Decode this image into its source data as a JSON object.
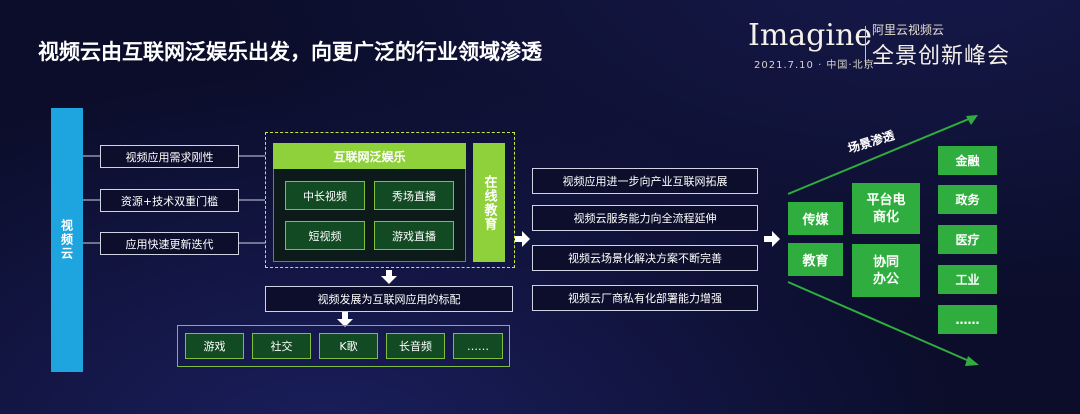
{
  "title": "视频云由互联网泛娱乐出发，向更广泛的行业领域渗透",
  "logo": {
    "main": "Imagine",
    "date": "2021.7.10 · 中国·北京",
    "org": "阿里云视频云",
    "summit": "全景创新峰会"
  },
  "cloud_label": "视频云",
  "drivers": [
    "视频应用需求刚性",
    "资源+技术双重门槛",
    "应用快速更新迭代"
  ],
  "entertainment": {
    "header": "互联网泛娱乐",
    "items": [
      "中长视频",
      "秀场直播",
      "短视频",
      "游戏直播"
    ]
  },
  "education_label": "在线教育",
  "benchmark": "视频发展为互联网应用的标配",
  "apps": [
    "游戏",
    "社交",
    "K歌",
    "长音频",
    "……"
  ],
  "trends": [
    "视频应用进一步向产业互联网拓展",
    "视频云服务能力向全流程延伸",
    "视频云场景化解决方案不断完善",
    "视频云厂商私有化部署能力增强"
  ],
  "scene_label": "场景渗透",
  "stage1": [
    "传媒",
    "教育"
  ],
  "stage2": [
    "平台电商化",
    "协同办公"
  ],
  "industries": [
    "金融",
    "政务",
    "医疗",
    "工业",
    "……"
  ],
  "colors": {
    "green": "#2fae3f",
    "lime": "#8fd13a",
    "blue": "#1ea5e0",
    "background": "#0b0d2a"
  }
}
